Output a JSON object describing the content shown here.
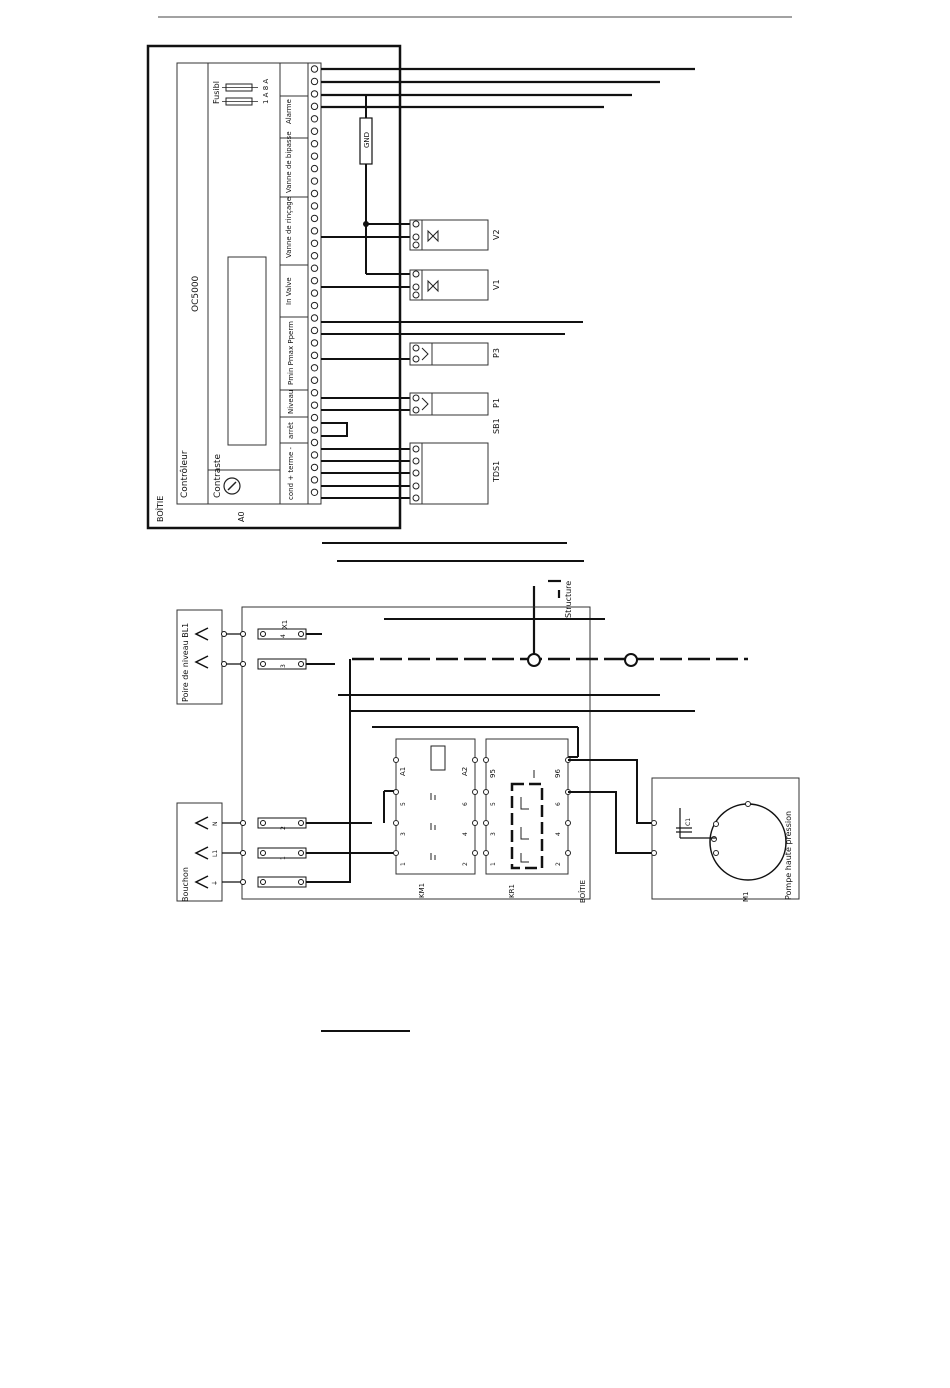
{
  "controller": {
    "box_label": "BOÎTIE",
    "title": "Contrôleur",
    "model": "OC5000",
    "contrast_label": "Contraste",
    "ref": "A0",
    "fuse_label": "Fusibl",
    "fuse_rating": "1 A 8 A",
    "sections": {
      "alarme": "Alarme",
      "bypass": "Vanne de bipasse",
      "rinse": "Vanne de rinçage",
      "invalve": "In Valve",
      "pmin_pmax": "Pmin Pmax Pperm",
      "niveau": "Niveau",
      "arret": "arrêt",
      "cond": "cond + terme -"
    },
    "gnd_label": "GND"
  },
  "devices": {
    "v2": "V2",
    "v1": "V1",
    "p3": "P3",
    "p1": "P1",
    "sb1": "SB1",
    "tds1": "TDS1"
  },
  "power": {
    "structure_label": "Structure",
    "level_switch": "Poire de niveau BL1",
    "plug": "Bouchon",
    "plug_terminals": [
      "N",
      "L1",
      "⏚"
    ],
    "terminal_block": "X1",
    "terminal_numbers": [
      "4",
      "3",
      "2",
      "1"
    ],
    "km1": {
      "label": "KM1",
      "a1": "A1",
      "a2": "A2",
      "left_pins": [
        "5",
        "3",
        "1"
      ],
      "right_pins": [
        "6",
        "4",
        "2"
      ]
    },
    "kr1": {
      "label": "KR1",
      "pin_95": "95",
      "pin_96": "96",
      "left_pins": [
        "5",
        "3",
        "1"
      ],
      "right_pins": [
        "6",
        "4",
        "2"
      ]
    },
    "box_label": "BOÎTIE",
    "motor_label": "M1",
    "pump_label": "Pompe haute pression",
    "cap_label": "C1"
  }
}
